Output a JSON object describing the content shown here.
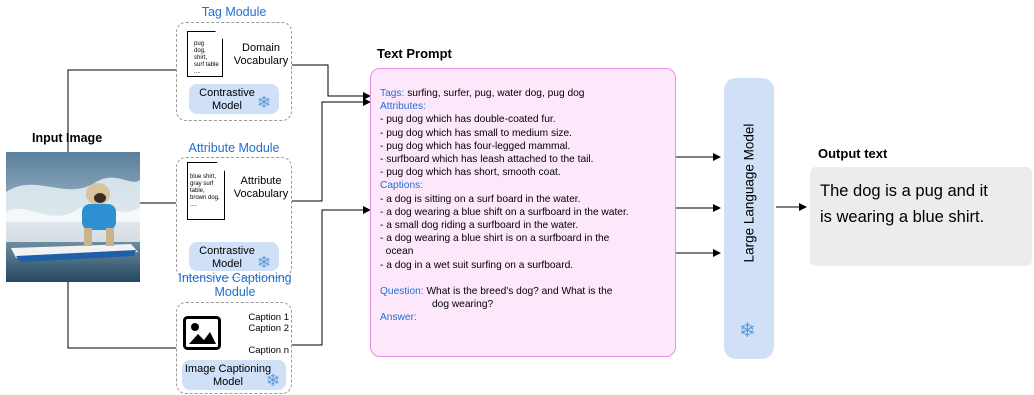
{
  "input_image": {
    "label": "Input Image"
  },
  "tag_module": {
    "title": "Tag Module",
    "doc_lines": [
      "pug",
      "dog,",
      "shirt,",
      "surf table",
      "...."
    ],
    "vocab_lines": [
      "Domain",
      "Vocabulary"
    ],
    "model_lines": [
      "Contrastive",
      "Model"
    ]
  },
  "attribute_module": {
    "title": "Attribute Module",
    "doc_lines": [
      "blue shirt,",
      "gray surf",
      "table,",
      "brown dog,",
      "...."
    ],
    "vocab_lines": [
      "Attribute",
      "Vocabulary"
    ],
    "model_lines": [
      "Contrastive",
      "Model"
    ]
  },
  "captioning_module": {
    "title_lines": [
      "Intensive Captioning",
      "Module"
    ],
    "captions": [
      "Caption 1",
      "Caption 2",
      "Caption n"
    ],
    "model_lines": [
      "Image Captioning",
      "Model"
    ]
  },
  "text_prompt": {
    "title": "Text Prompt",
    "tags_label": "Tags:",
    "tags_value": " surfing, surfer, pug, water dog, pug dog",
    "attributes_label": "Attributes:",
    "attributes": [
      "- pug dog which has double-coated fur.",
      "- pug dog which has small to medium size.",
      "- pug dog which has four-legged mammal.",
      "- surfboard which has leash attached to the tail.",
      "- pug dog which has short, smooth coat."
    ],
    "captions_label": "Captions:",
    "captions": [
      "- a dog is sitting on a surf board in the water.",
      "- a dog wearing a blue shift on a surfboard in the water.",
      "- a small dog riding a surfboard in the water.",
      "- a dog wearing a blue shirt is on a surfboard in the",
      "  ocean",
      "- a dog in a wet suit surfing on a surfboard."
    ],
    "question_label": "Question:",
    "question_lines": [
      " What is the breed's dog? and What is the",
      "dog wearing?"
    ],
    "answer_label": "Answer:"
  },
  "llm": {
    "label": "Large Language Model"
  },
  "output": {
    "title": "Output text",
    "lines": [
      "The dog is a pug and it",
      "is wearing a blue shirt."
    ]
  },
  "colors": {
    "accent_blue": "#1f6fd1",
    "pill_blue": "#cfe0f7",
    "prompt_pink": "#fde8fb",
    "prompt_border": "#e58de4"
  }
}
